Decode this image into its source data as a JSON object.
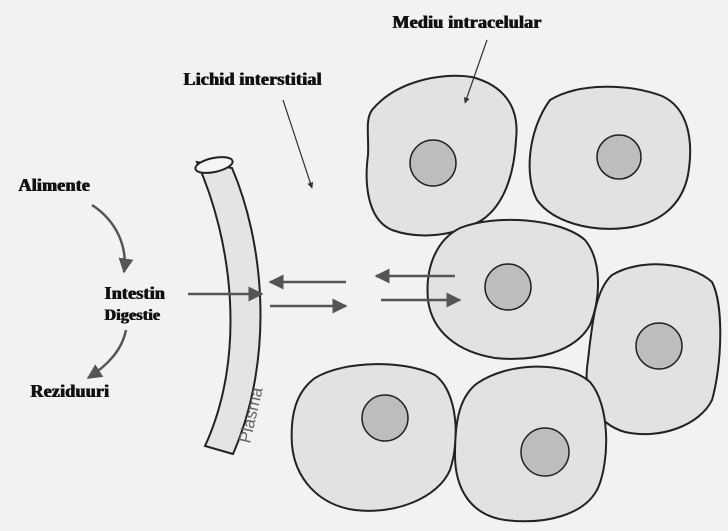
{
  "labels": {
    "mediu_intracelular": "Mediu intracelular",
    "lichid_interstitial": "Lichid interstitial",
    "alimente": "Alimente",
    "intestin": "Intestin",
    "digestie": "Digestie",
    "reziduuri": "Reziduuri",
    "plasma": "Plasma"
  },
  "colors": {
    "background": "#f2f2f2",
    "cell_fill": "#e2e2e2",
    "nucleus_fill": "#bdbdbd",
    "outline": "#222222",
    "arrow": "#555555"
  }
}
